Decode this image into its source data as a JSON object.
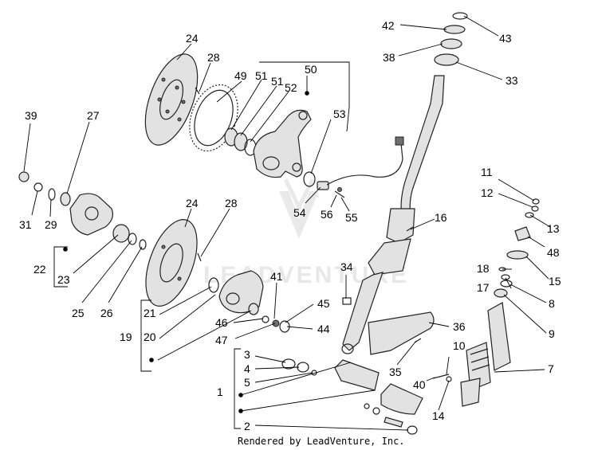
{
  "diagram": {
    "callouts": [
      "1",
      "2",
      "3",
      "4",
      "5",
      "7",
      "8",
      "9",
      "10",
      "11",
      "12",
      "13",
      "14",
      "15",
      "16",
      "17",
      "18",
      "19",
      "20",
      "21",
      "22",
      "23",
      "24",
      "24",
      "25",
      "26",
      "27",
      "28",
      "28",
      "29",
      "31",
      "33",
      "34",
      "35",
      "36",
      "38",
      "39",
      "40",
      "41",
      "42",
      "43",
      "44",
      "45",
      "46",
      "47",
      "48",
      "49",
      "50",
      "51",
      "51",
      "52",
      "53",
      "54",
      "55",
      "56"
    ],
    "watermark": "LEADVENTURE",
    "footer": "Rendered by LeadVenture, Inc."
  }
}
